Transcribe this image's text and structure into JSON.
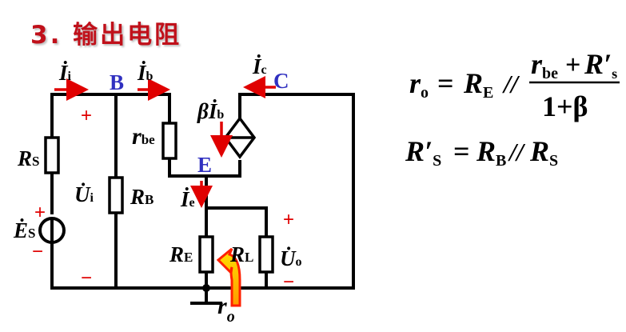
{
  "title": "3. 输出电阻",
  "colors": {
    "title": "#c0101a",
    "node_label": "#3030c0",
    "arrow": "#e00000",
    "wire": "#000000"
  },
  "nodes": {
    "B": "B",
    "C": "C",
    "E": "E"
  },
  "currents": {
    "Ii": {
      "sym": "İ",
      "sub": "i"
    },
    "Ib": {
      "sym": "İ",
      "sub": "b"
    },
    "Ic": {
      "sym": "İ",
      "sub": "c"
    },
    "Ie": {
      "sym": "İ",
      "sub": "e"
    },
    "beta_Ib": {
      "pre": "β",
      "sym": "İ",
      "sub": "b"
    }
  },
  "components": {
    "RS": {
      "sym": "R",
      "sub": "S"
    },
    "RB": {
      "sym": "R",
      "sub": "B"
    },
    "rbe": {
      "sym": "r",
      "sub": "be"
    },
    "RE": {
      "sym": "R",
      "sub": "E"
    },
    "RL": {
      "sym": "R",
      "sub": "L"
    },
    "ES": {
      "sym": "Ė",
      "sub": "S"
    }
  },
  "voltages": {
    "Ui": {
      "sym": "U̇",
      "sub": "i"
    },
    "Uo": {
      "sym": "U̇",
      "sub": "o"
    }
  },
  "polarity": {
    "plus": "+",
    "minus": "−"
  },
  "ro_label": {
    "sym": "r",
    "sub": "o"
  },
  "equations": {
    "eq1": {
      "lhs": "r",
      "lhs_sub": "o",
      "eq": "=",
      "R": "R",
      "R_sub": "E",
      "par": "//",
      "num_r": "r",
      "num_r_sub": "be",
      "plus": "+",
      "num_R": "R′",
      "num_R_sub": "s",
      "den": "1+β"
    },
    "eq2": {
      "lhs": "R′",
      "lhs_sub": "S",
      "eq": "=",
      "R1": "R",
      "R1_sub": "B",
      "par": "//",
      "R2": "R",
      "R2_sub": "S"
    }
  }
}
